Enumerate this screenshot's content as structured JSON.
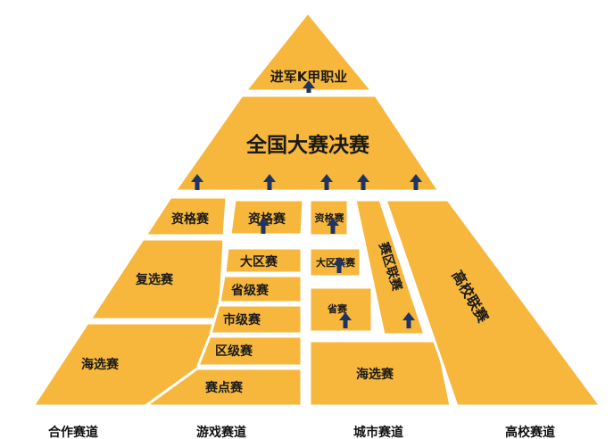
{
  "colors": {
    "fill": "#F6B73C",
    "fill_light": "#F8C85A",
    "stroke": "#ffffff",
    "arrow": "#1E3563",
    "text": "#1a1a1a"
  },
  "pyramid": {
    "top_label": "进军K甲职业",
    "final_label": "全国大赛决赛",
    "cooperation": [
      "资格赛",
      "复选赛",
      "海选赛"
    ],
    "game": [
      "资格赛",
      "大区赛",
      "省级赛",
      "市级赛",
      "区级赛",
      "赛点赛"
    ],
    "city": [
      "资格赛",
      "大区联赛",
      "省赛",
      "海选赛"
    ],
    "city_district": "赛区联赛",
    "university": "高校联赛"
  },
  "tracks": [
    "合作赛道",
    "游戏赛道",
    "城市赛道",
    "高校赛道"
  ],
  "icons": {
    "arrow": "up-arrow-icon"
  }
}
